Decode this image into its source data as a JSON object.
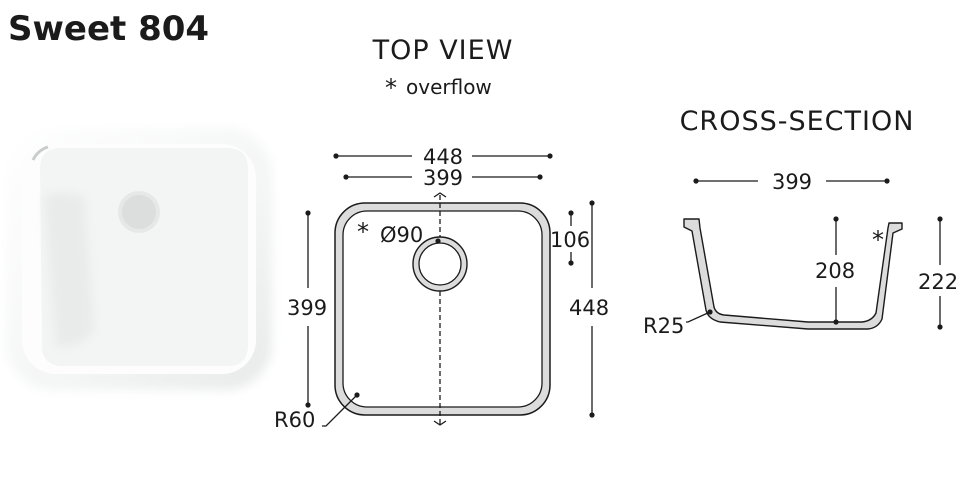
{
  "header": {
    "product_name": "Sweet 804"
  },
  "top_view": {
    "heading": "TOP VIEW",
    "overflow_marker": "*",
    "overflow_label": "overflow",
    "dim_outer_width": "448",
    "dim_inner_width": "399",
    "dim_inner_height": "399",
    "dim_outer_height": "448",
    "dim_drain_diameter": "Ø90",
    "dim_drain_offset": "106",
    "dim_corner_radius": "R60"
  },
  "cross_section": {
    "heading": "CROSS-SECTION",
    "overflow_marker": "*",
    "dim_width": "399",
    "dim_inner_depth": "208",
    "dim_total_height": "222",
    "dim_bottom_radius": "R25"
  },
  "colors": {
    "ink": "#1b1b1b",
    "sink_fill": "#dcdcdc",
    "photo_base": "#f6f7f7"
  }
}
